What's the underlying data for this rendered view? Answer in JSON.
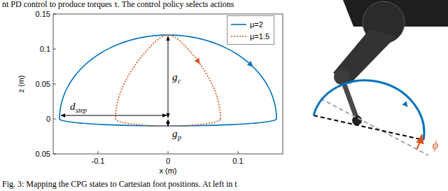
{
  "diagram": {
    "caption": "Fig. 3: Mapping the CPG states to Cartesian foot positions. At left in t",
    "labels": [
      "nt PD control to produce torques τ. The control policy selects actions",
      "0.15",
      "0.1",
      "0.05",
      "0",
      "0.05",
      "-0.1",
      "0",
      "0.1",
      "x (m)",
      "z (m)",
      "g",
      "c",
      "g",
      "p",
      "d",
      "step",
      "ϕ"
    ],
    "legend": [
      {
        "text": "μ=2"
      },
      {
        "text": "μ=1.5"
      }
    ]
  }
}
